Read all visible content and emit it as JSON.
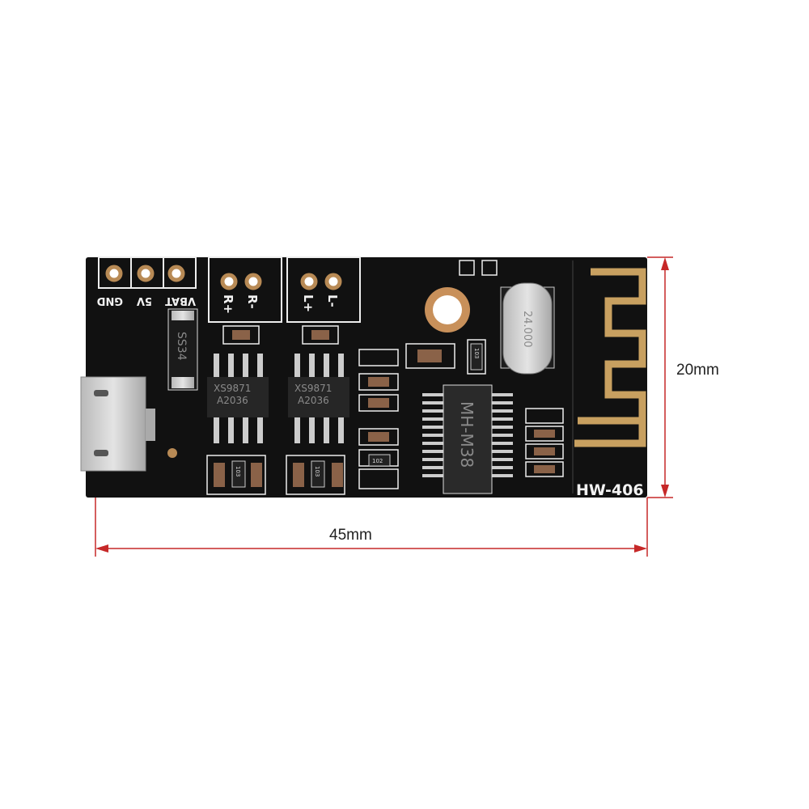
{
  "board": {
    "model_label": "HW-406",
    "header_labels": [
      "GND",
      "5V",
      "VBAT"
    ],
    "right_channel": [
      "R+",
      "R-"
    ],
    "left_channel": [
      "L+",
      "L-"
    ],
    "diode_marking": "SS34",
    "amp_chip_marking": [
      "XS9871",
      "A2036"
    ],
    "bt_chip_marking": "MH-M38",
    "crystal_marking": "24.000",
    "resistor_markings": [
      "103",
      "103",
      "103",
      "102"
    ]
  },
  "dimensions": {
    "width": "45mm",
    "height": "20mm",
    "line_color": "#c62828"
  },
  "colors": {
    "pcb": "#111111",
    "silkscreen": "#f2f2f2",
    "gold": "#c8a060"
  }
}
